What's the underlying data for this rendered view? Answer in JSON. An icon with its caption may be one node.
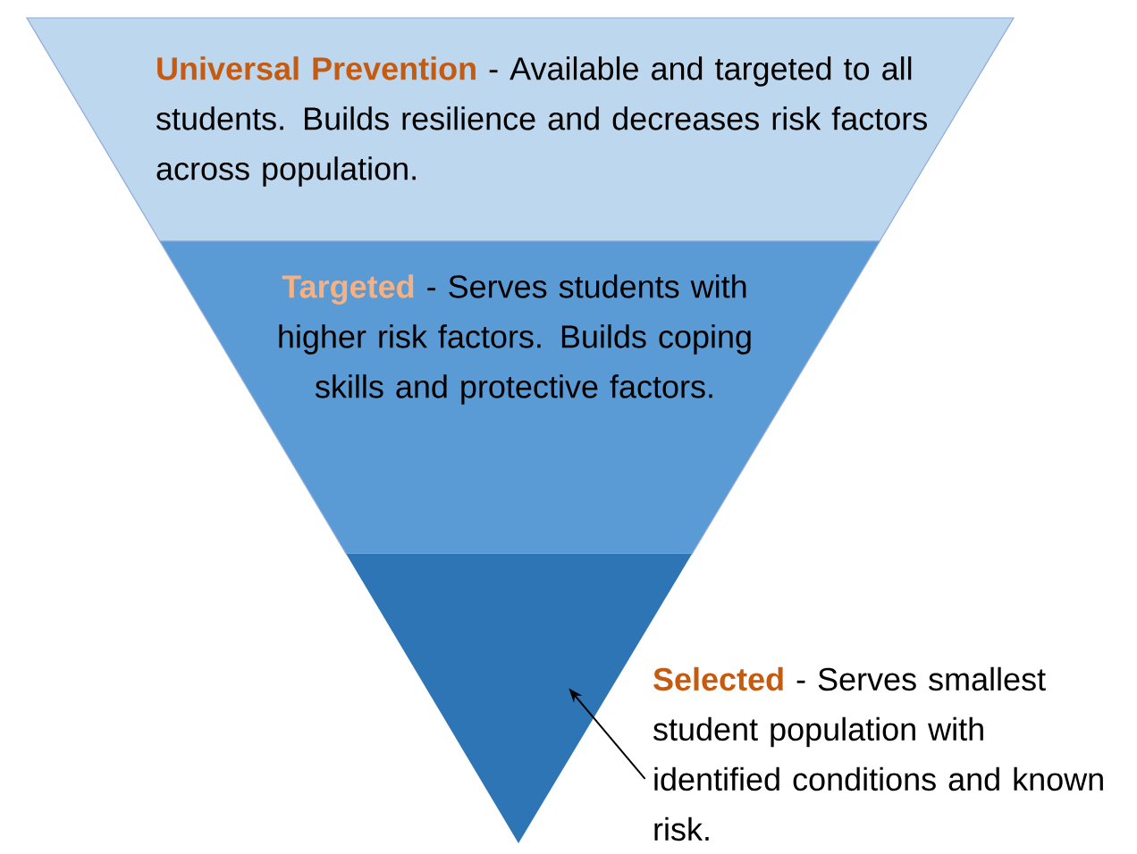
{
  "diagram": {
    "nodes": [
      {
        "text": [
          "Universal Prevention",
          "- Available and targeted to all students. Builds resilience and decreases risk factors across population."
        ]
      },
      {
        "text": [
          "Targeted",
          "- Serves students with higher risk factors. Builds coping skills and protective factors."
        ]
      },
      {
        "text": [],
        "shape": "triangle"
      },
      {
        "text": [
          "Selected",
          "- Serves smallest student population with identified conditions and known risk."
        ]
      }
    ],
    "edges": [
      {
        "from": 3,
        "to": 2,
        "arrow": "to"
      }
    ]
  }
}
